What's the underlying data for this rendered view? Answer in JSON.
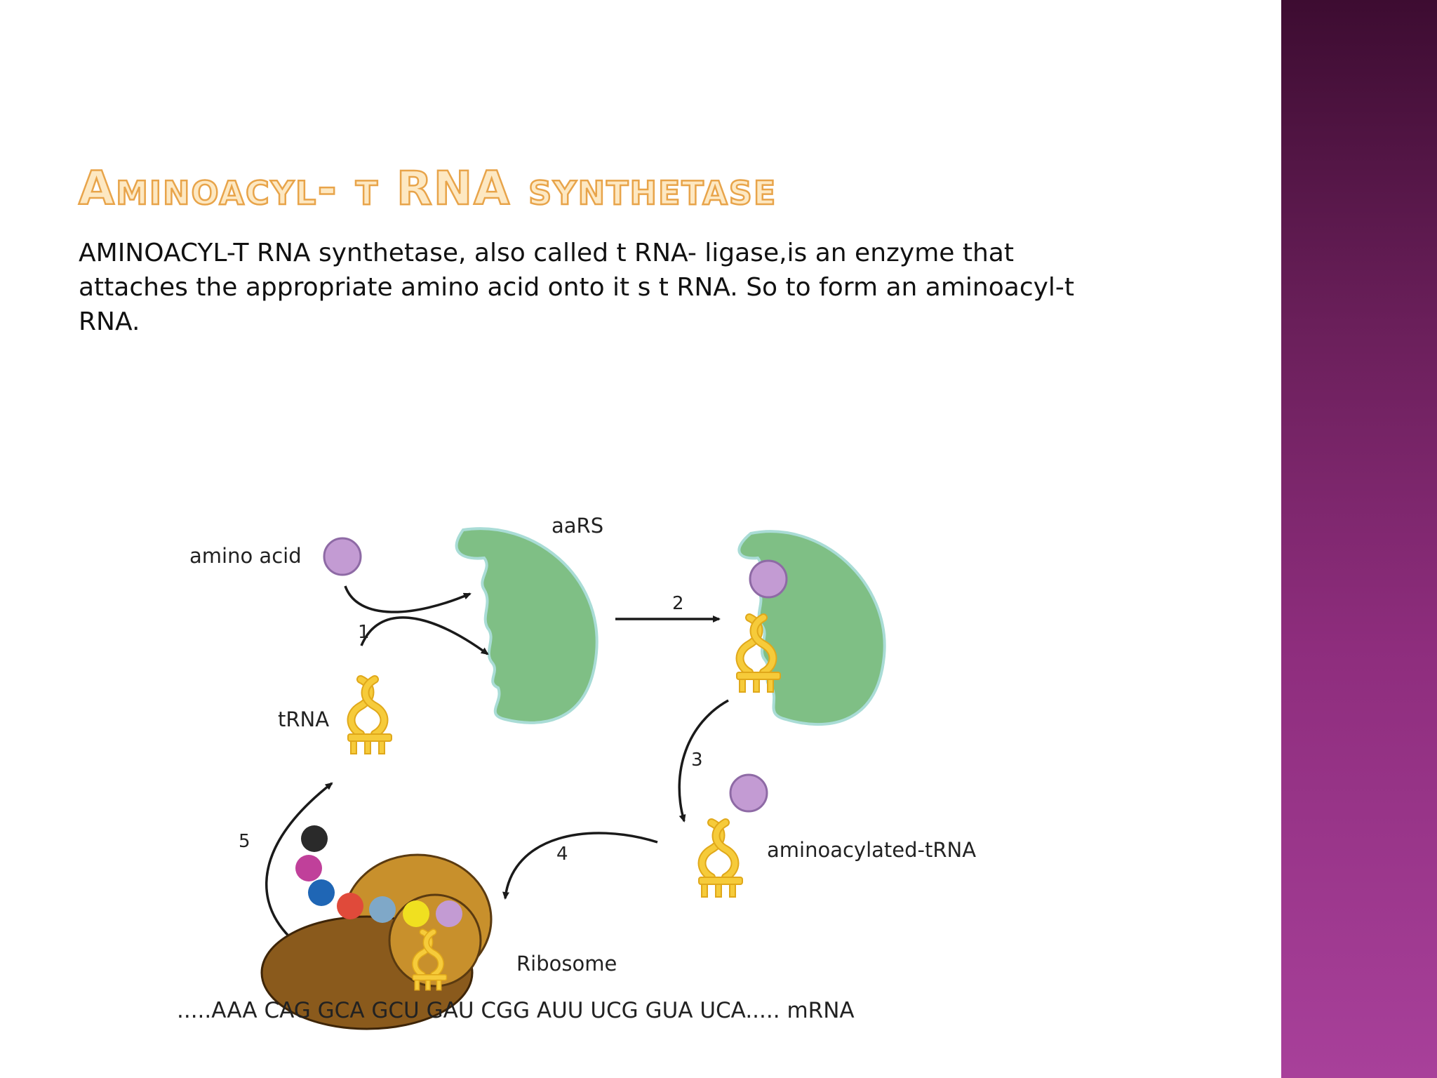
{
  "slide": {
    "title": "Aminoacyl- t RNA synthetase",
    "body": "AMINOACYL-T RNA synthetase, also called t RNA- ligase,is  an  enzyme that\nattaches the appropriate  amino acid onto it s t RNA. So to form  an  aminoacyl-t\nRNA."
  },
  "diagram": {
    "labels": {
      "amino_acid": "amino acid",
      "aars": "aaRS",
      "trna": "tRNA",
      "aminoacylated_trna": "aminoacylated-tRNA",
      "ribosome": "Ribosome",
      "mrna": ".....AAA CAG GCA GCU GAU CGG AUU UCG GUA UCA..... mRNA"
    },
    "steps": [
      "1",
      "2",
      "3",
      "4",
      "5"
    ]
  },
  "colors": {
    "title_fill": "#fde8c2",
    "title_outline": "#e8a44a",
    "sidebar": "#8e2d7d",
    "enzyme": "#7fbf85",
    "amino_acid": "#c39bd3",
    "trna": "#f2c12e",
    "ribosome_large": "#c8902c",
    "ribosome_small": "#8a5a1c"
  },
  "icons": [
    "amino-acid-icon",
    "aars-enzyme-icon",
    "trna-icon",
    "ribosome-icon",
    "peptide-chain-icon"
  ]
}
